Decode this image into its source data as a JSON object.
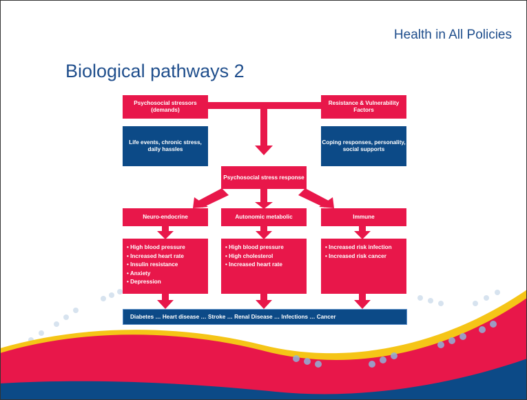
{
  "header": {
    "title": "Health in All Policies"
  },
  "page_title": "Biological pathways 2",
  "diagram": {
    "stressors": "Psychosocial stressors (demands)",
    "resistance": "Resistance & Vulnerability Factors",
    "life_events": "Life events, chronic stress, daily hassles",
    "coping": "Coping responses, personality, social supports",
    "stress_response": "Psychosocial stress response",
    "pathways": [
      "Neuro-endocrine",
      "Autonomic metabolic",
      "Immune"
    ],
    "effects": [
      [
        "• High blood pressure",
        "• Increased heart rate",
        "• Insulin resistance",
        "• Anxiety",
        "• Depression"
      ],
      [
        "• High blood pressure",
        "• High cholesterol",
        "• Increased heart rate"
      ],
      [
        "• Increased risk infection",
        "• Increased risk cancer"
      ]
    ],
    "outcomes": "Diabetes … Heart disease … Stroke … Renal Disease … Infections … Cancer"
  },
  "colors": {
    "red": "#e8174a",
    "blue": "#0c4a87",
    "title_blue": "#1f4e8c",
    "frame": "#333333"
  }
}
